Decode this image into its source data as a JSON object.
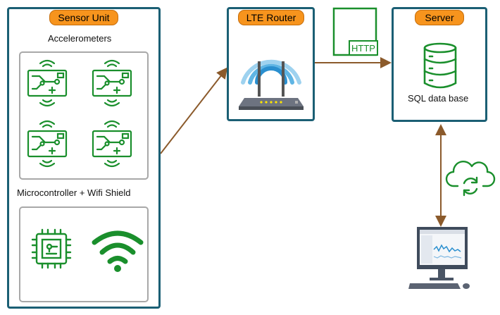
{
  "sensor_unit": {
    "title": "Sensor Unit",
    "accelerometers_label": "Accelerometers",
    "mcu_label": "Microcontroller + Wifi Shield"
  },
  "router": {
    "title": "LTE Router"
  },
  "server": {
    "title": "Server",
    "db_label": "SQL data base"
  },
  "protocol": {
    "label": "HTTP"
  },
  "colors": {
    "panel_border": "#1b5f74",
    "title_pill": "#f7941d",
    "icon_green": "#1a8f2c",
    "connector": "#8b5a2b"
  },
  "icons": {
    "sensor_boards": [
      "circuit-board-icon",
      "circuit-board-icon",
      "circuit-board-icon",
      "circuit-board-icon"
    ],
    "microcontroller": "cpu-chip-icon",
    "wifi": "wifi-icon",
    "router": "router-icon",
    "http": "http-document-icon",
    "database": "database-icon",
    "cloud_sync": "cloud-sync-icon",
    "workstation": "computer-monitor-icon"
  }
}
